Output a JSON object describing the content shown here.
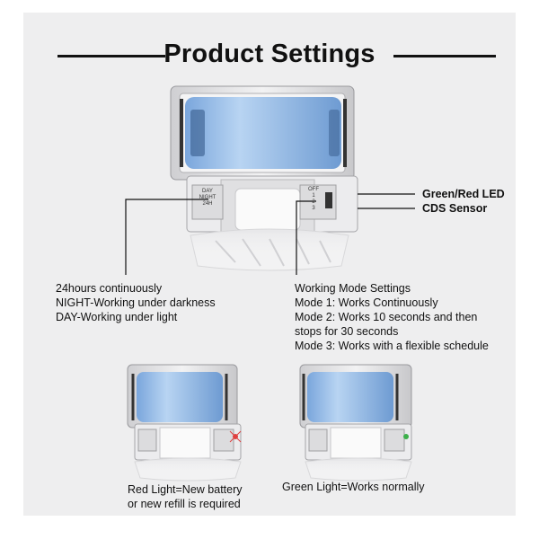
{
  "title": "Product Settings",
  "main_device": {
    "switch_left_labels": [
      "DAY",
      "NIGHT",
      "24H"
    ],
    "switch_right_labels": [
      "OFF",
      "1",
      "2",
      "3"
    ]
  },
  "callouts": {
    "led": "Green/Red LED",
    "sensor": "CDS Sensor"
  },
  "left_note": {
    "lines": [
      "24hours continuously",
      "NIGHT-Working under darkness",
      "DAY-Working under light"
    ]
  },
  "right_note": {
    "heading": "Working Mode Settings",
    "lines": [
      "Mode 1: Works Continuously",
      "Mode 2: Works 10 seconds and then",
      "stops for 30 seconds",
      "Mode 3: Works with a flexible schedule"
    ]
  },
  "bottom_left_caption": [
    "Red Light=New battery",
    "or new refill is required"
  ],
  "bottom_right_caption": "Green Light=Works normally",
  "colors": {
    "battery_blue": "#8fb8e6",
    "housing": "#e4e4e6",
    "led_red": "#e04040",
    "led_green": "#3cb04a"
  }
}
